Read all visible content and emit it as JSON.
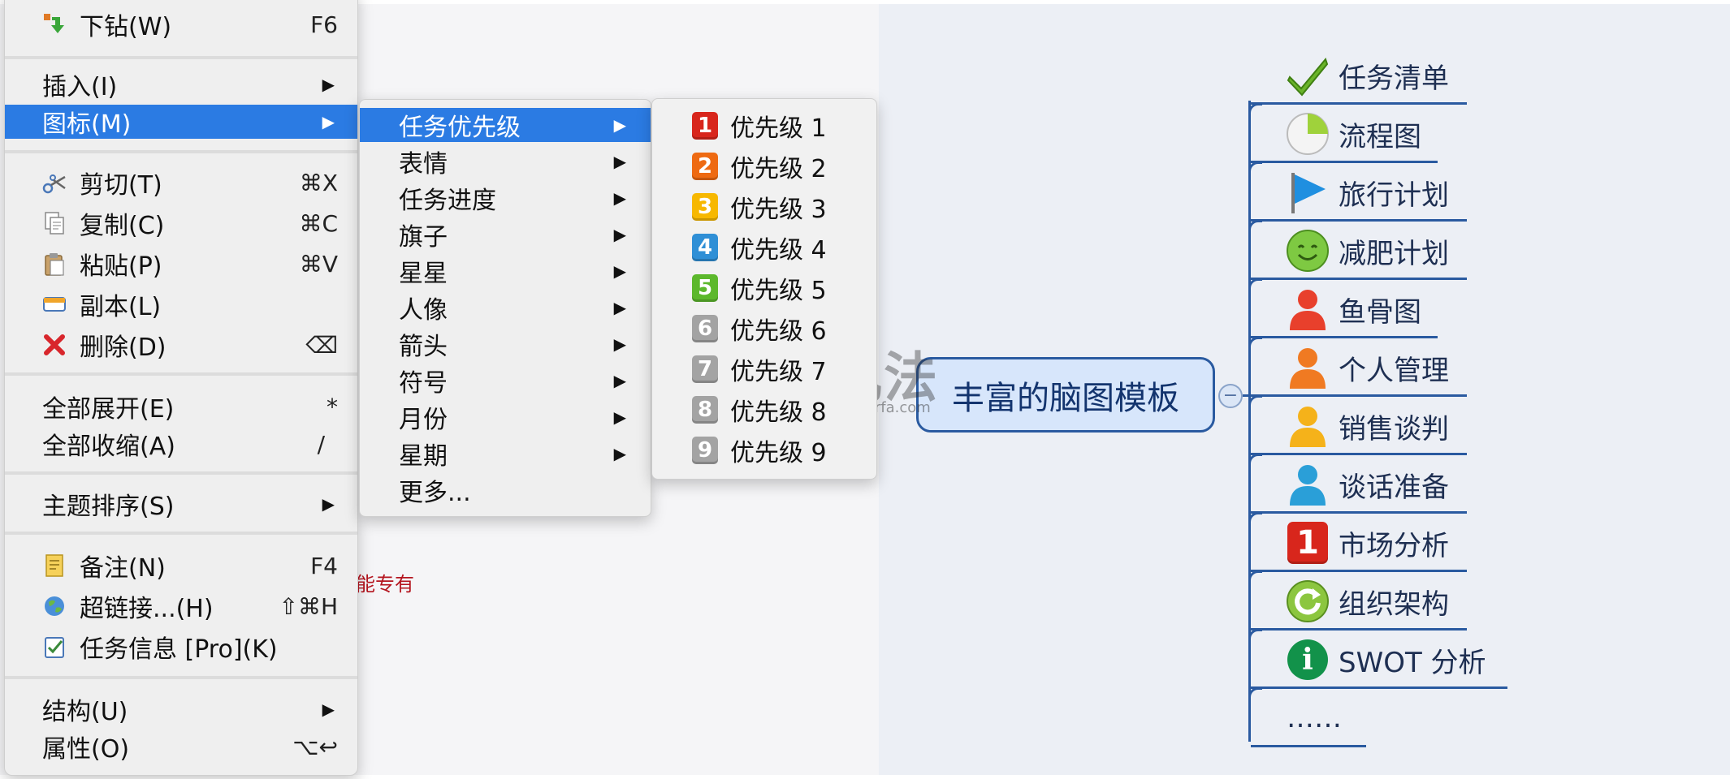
{
  "context_menu": {
    "items": [
      {
        "icon": "drill-down-icon",
        "label": "下钻(W)",
        "shortcut": "F6"
      },
      {
        "label": "插入(I)",
        "submenu": true
      },
      {
        "label": "图标(M)",
        "submenu": true,
        "highlighted": true
      },
      {
        "icon": "scissors-icon",
        "label": "剪切(T)",
        "shortcut": "⌘X"
      },
      {
        "icon": "copy-icon",
        "label": "复制(C)",
        "shortcut": "⌘C"
      },
      {
        "icon": "paste-icon",
        "label": "粘贴(P)",
        "shortcut": "⌘V"
      },
      {
        "icon": "duplicate-icon",
        "label": "副本(L)"
      },
      {
        "icon": "delete-icon",
        "label": "删除(D)",
        "shortcut": "⌫"
      },
      {
        "label": "全部展开(E)",
        "shortcut": "*"
      },
      {
        "label": "全部收缩(A)",
        "shortcut": "/"
      },
      {
        "label": "主题排序(S)",
        "submenu": true
      },
      {
        "icon": "note-icon",
        "label": "备注(N)",
        "shortcut": "F4"
      },
      {
        "icon": "globe-icon",
        "label": "超链接...(H)",
        "shortcut": "⇧⌘H"
      },
      {
        "icon": "task-info-icon",
        "label": "任务信息 [Pro](K)"
      },
      {
        "label": "结构(U)",
        "submenu": true
      },
      {
        "label": "属性(O)",
        "shortcut": "⌥↩"
      }
    ]
  },
  "icon_submenu": {
    "items": [
      "任务优先级",
      "表情",
      "任务进度",
      "旗子",
      "星星",
      "人像",
      "箭头",
      "符号",
      "月份",
      "星期",
      "更多..."
    ]
  },
  "priority_submenu": {
    "items": [
      {
        "num": "1",
        "label": "优先级 1",
        "color": "#d8261c"
      },
      {
        "num": "2",
        "label": "优先级 2",
        "color": "#ee6a12"
      },
      {
        "num": "3",
        "label": "优先级 3",
        "color": "#f7b800"
      },
      {
        "num": "4",
        "label": "优先级 4",
        "color": "#2f8fd6"
      },
      {
        "num": "5",
        "label": "优先级 5",
        "color": "#5cb82c"
      },
      {
        "num": "6",
        "label": "优先级 6",
        "color": "#a3a3a3"
      },
      {
        "num": "7",
        "label": "优先级 7",
        "color": "#a3a3a3"
      },
      {
        "num": "8",
        "label": "优先级 8",
        "color": "#a3a3a3"
      },
      {
        "num": "9",
        "label": "优先级 9",
        "color": "#a3a3a3"
      }
    ]
  },
  "background_text": "能专有",
  "watermark": {
    "main": "玩儿法",
    "sub": "waerfa.com"
  },
  "mindmap": {
    "central_topic": "丰富的脑图模板",
    "collapse_symbol": "−",
    "topics": [
      {
        "icon": "checkmark-icon",
        "label": "任务清单"
      },
      {
        "icon": "pie-progress-icon",
        "label": "流程图"
      },
      {
        "icon": "flag-icon",
        "label": "旅行计划"
      },
      {
        "icon": "smiley-icon",
        "label": "减肥计划"
      },
      {
        "icon": "person-red-icon",
        "label": "鱼骨图"
      },
      {
        "icon": "person-orange-icon",
        "label": "个人管理"
      },
      {
        "icon": "person-yellow-icon",
        "label": "销售谈判"
      },
      {
        "icon": "person-blue-icon",
        "label": "谈话准备"
      },
      {
        "icon": "priority-1-icon",
        "label": "市场分析",
        "badge": "1"
      },
      {
        "icon": "refresh-icon",
        "label": "组织架构"
      },
      {
        "icon": "info-icon",
        "label": "SWOT 分析",
        "badge": "i"
      },
      {
        "label": "……"
      }
    ]
  },
  "colors": {
    "highlight": "#2b7be3",
    "branch_line": "#2a5aa0",
    "central_fill": "#d7e6fb"
  }
}
